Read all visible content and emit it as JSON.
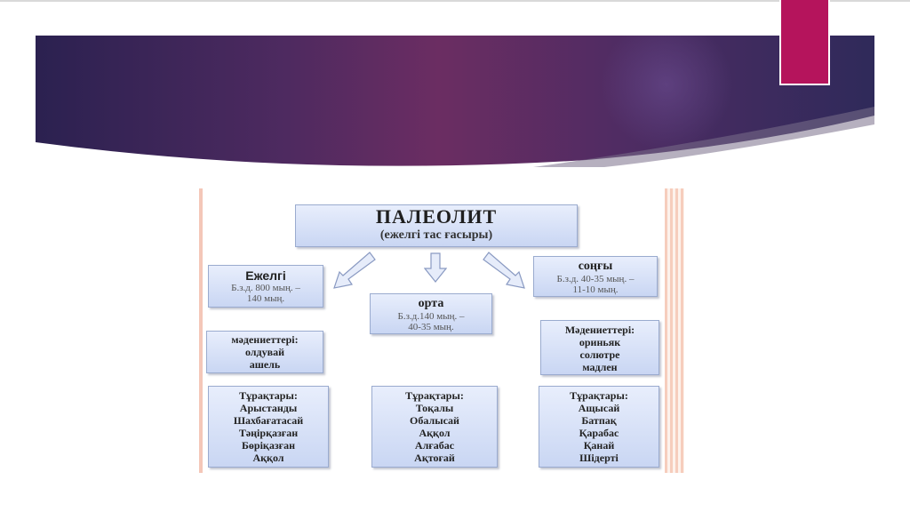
{
  "colors": {
    "banner_dark": "#2b2150",
    "banner_mid": "#6b2d62",
    "accent": "#b5145c",
    "box_fill": "#d6e0f6",
    "box_border": "#9aabcf"
  },
  "diagram": {
    "main": {
      "title": "ПАЛЕОЛИТ",
      "subtitle": "(ежелгі тас ғасыры)"
    },
    "early": {
      "title": "Ежелгі",
      "line1": "Б.з.д. 800 мың. –",
      "line2": "140 мың."
    },
    "middle": {
      "title": "орта",
      "line1": "Б.з.д.140 мың. –",
      "line2": "40-35 мың."
    },
    "late": {
      "title": "соңғы",
      "line1": "Б.з.д. 40-35 мың. –",
      "line2": "11-10 мың."
    },
    "early_cultures": [
      "мәдениеттері:",
      "олдувай",
      "ашель"
    ],
    "late_cultures": [
      "Мәдениеттері:",
      "ориньяк",
      "солютре",
      "мадлен"
    ],
    "early_sites": [
      "Тұрақтары:",
      "Арыстанды",
      "Шахбағатасай",
      "Тәңірқазған",
      "Бөріқазған",
      "Аққол"
    ],
    "middle_sites": [
      "Тұрақтары:",
      "Тоқалы",
      "Обалысай",
      "Аққол",
      "Алғабас",
      "Ақтоғай"
    ],
    "late_sites": [
      "Тұрақтары:",
      "Ащысай",
      "Батпақ",
      "Қарабас",
      "Қанай",
      "Шідерті"
    ]
  }
}
